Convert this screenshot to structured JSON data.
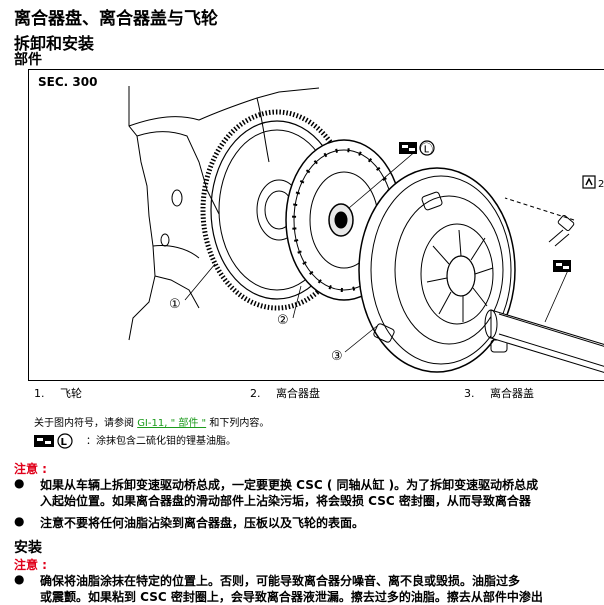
{
  "header": {
    "title": "离合器盘、离合器盖与飞轮",
    "section": "拆卸和安装",
    "subsection": "部件"
  },
  "figure": {
    "sec_label": "SEC. 300",
    "callouts": [
      "①",
      "②",
      "③"
    ],
    "lube_symbol": "Ⓛ",
    "torque_partial": "2"
  },
  "legend": [
    {
      "num": "1.",
      "label": "飞轮"
    },
    {
      "num": "2.",
      "label": "离合器盘"
    },
    {
      "num": "3.",
      "label": "离合器盖"
    }
  ],
  "reference": {
    "prefix": "关于图内符号，请参阅",
    "link_text": "GI-11, \" 部件 \"",
    "suffix": "和下列内容。"
  },
  "grease_note": {
    "symbol": "Ⓛ",
    "text": "：涂抹包含二硫化钼的锂基油脂。"
  },
  "caution1": {
    "label": "注意 :",
    "bullets": [
      [
        "如果从车辆上拆卸变速驱动桥总成，一定要更换 CSC ( 同轴从缸 )。为了拆卸变速驱动桥总成",
        "入起始位置。如果离合器盘的滑动部件上沾染污垢，将会毁损 CSC 密封圈，从而导致离合器"
      ],
      [
        "注意不要将任何油脂沾染到离合器盘，压板以及飞轮的表面。"
      ]
    ]
  },
  "install": {
    "title": "安装",
    "caution_label": "注意 :",
    "bullets": [
      [
        "确保将油脂涂抹在特定的位置上。否则，可能导致离合器分噪音、离不良或毁损。油脂过多",
        "或震颤。如果粘到 CSC 密封圈上，会导致离合器液泄漏。擦去过多的油脂。擦去从部件中渗出"
      ]
    ]
  }
}
